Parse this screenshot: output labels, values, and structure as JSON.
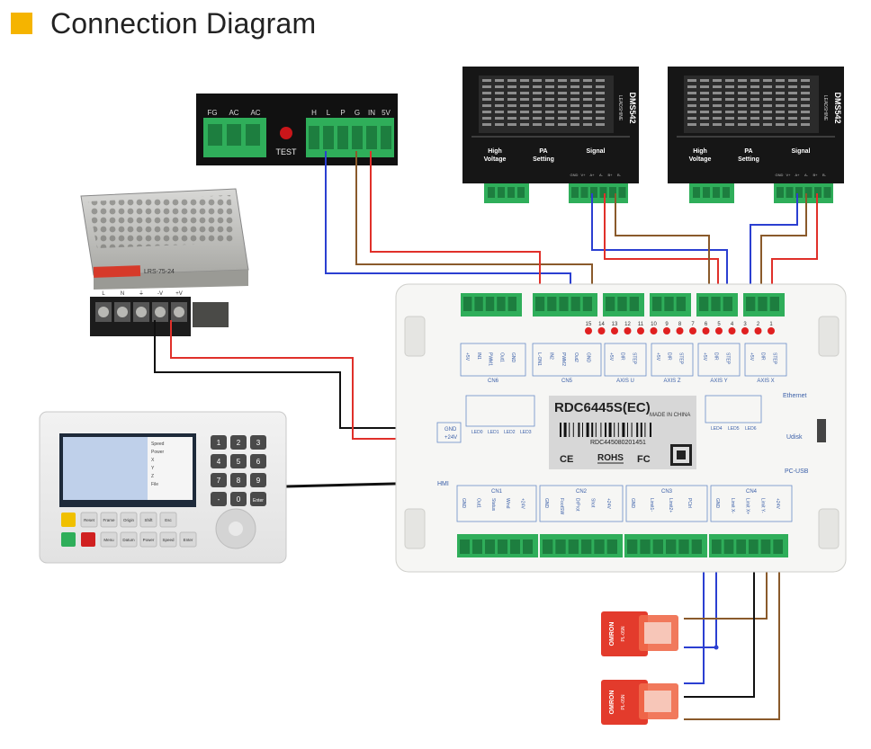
{
  "page": {
    "title": "Connection Diagram"
  },
  "colors": {
    "accent": "#f5b400",
    "wire_blue": "#2b3fd1",
    "wire_red": "#e0302a",
    "wire_brown": "#8a5a2b",
    "wire_black": "#111111",
    "terminal_green": "#2fae5a",
    "lamp_red": "#e02020"
  },
  "psu_block": {
    "left_labels": [
      "FG",
      "AC",
      "AC"
    ],
    "test_label": "TEST",
    "right_labels": [
      "H",
      "L",
      "P",
      "G",
      "IN",
      "5V"
    ]
  },
  "driver": {
    "model": "DMS542",
    "brand": "LEADSHINE",
    "section_labels": [
      "High Voltage",
      "PA Setting",
      "Signal"
    ],
    "pin_labels": [
      "GND",
      "V+",
      "A+",
      "A-",
      "B+",
      "B-"
    ]
  },
  "power_supply": {
    "model": "LRS-75-24",
    "terminal_labels": [
      "L",
      "N",
      "⏚",
      "-V",
      "+V"
    ]
  },
  "controller": {
    "model": "RDC6445S(EC)",
    "made_in": "MADE IN CHINA",
    "serial": "RDC445080201451",
    "cert_marks": [
      "CE",
      "ROHS",
      "FC"
    ],
    "right_labels": [
      "Ethernet",
      "Udisk",
      "PC-USB"
    ],
    "hmi_label": "HMI",
    "top_pin_numbers": [
      "15",
      "14",
      "13",
      "12",
      "11",
      "10",
      "9",
      "8",
      "7",
      "6",
      "5",
      "4",
      "3",
      "2",
      "1"
    ],
    "top_groups": [
      {
        "name": "CN6",
        "pins": [
          "+5V",
          "IN1",
          "PWM1",
          "Out1",
          "GND"
        ]
      },
      {
        "name": "CN5",
        "pins": [
          "L-ON1",
          "IN2",
          "PWM2",
          "Out2",
          "GND"
        ]
      },
      {
        "name": "AXIS U",
        "pins": [
          "+5V",
          "DIR",
          "STEP"
        ]
      },
      {
        "name": "AXIS Z",
        "pins": [
          "+5V",
          "DIR",
          "STEP"
        ]
      },
      {
        "name": "AXIS Y",
        "pins": [
          "+5V",
          "DIR",
          "STEP"
        ]
      },
      {
        "name": "AXIS X",
        "pins": [
          "+5V",
          "DIR",
          "STEP"
        ]
      }
    ],
    "power_labels": [
      "GND",
      "+24V"
    ],
    "left_led_labels": [
      "LED0",
      "LED1",
      "LED2",
      "LED3"
    ],
    "right_led_labels": [
      "LED4",
      "LED5",
      "LED6"
    ],
    "bottom_groups": [
      {
        "name": "CN1",
        "pins": [
          "GND",
          "Out1",
          "Status",
          "Wind",
          "+24V"
        ]
      },
      {
        "name": "CN2",
        "pins": [
          "GND",
          "FootSW",
          "DrProt",
          "Shot",
          "+24V"
        ]
      },
      {
        "name": "CN3",
        "pins": [
          "GND",
          "Limit1-",
          "Limit2+",
          "PCtrl"
        ]
      },
      {
        "name": "CN4",
        "pins": [
          "GND",
          "Limit X-",
          "Limit X+",
          "Limit Y-",
          "+24V"
        ]
      }
    ]
  },
  "panel": {
    "screen_rows": [
      "Speed",
      "Power",
      "X",
      "Y",
      "Z",
      "File"
    ],
    "keypad": [
      "1",
      "2",
      "3",
      "4",
      "5",
      "6",
      "7",
      "8",
      "9",
      "-",
      "0",
      "Enter"
    ],
    "function_keys": [
      "Reset",
      "Frame",
      "Origin",
      "Shift",
      "Esc",
      "Menu",
      "Datum",
      "Power",
      "Speed",
      "Enter"
    ]
  },
  "sensors": {
    "label": "OMRON",
    "model": "PL-05N"
  }
}
